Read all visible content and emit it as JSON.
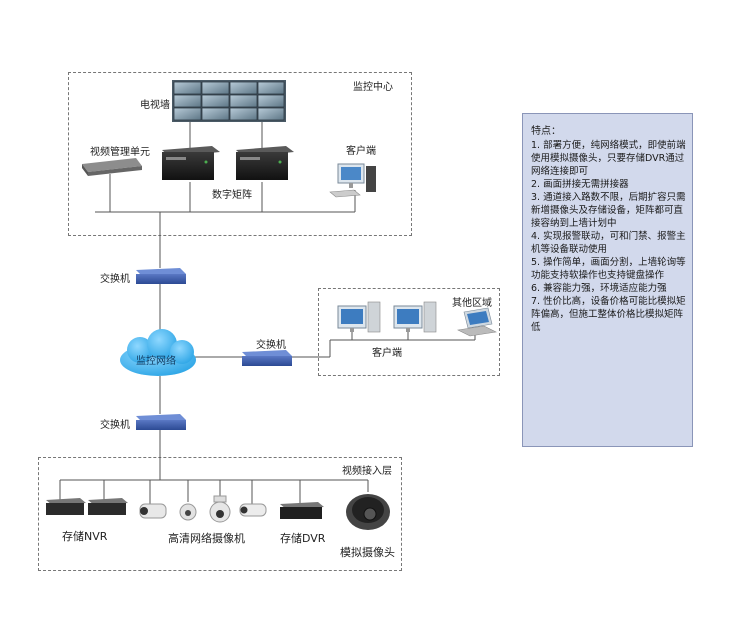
{
  "zones": {
    "monitor_center": "监控中心",
    "other_area": "其他区域",
    "video_access": "视频接入层"
  },
  "labels": {
    "video_wall": "电视墙",
    "video_mgmt": "视频管理单元",
    "digital_matrix": "数字矩阵",
    "client_top": "客户端",
    "switch_1": "交换机",
    "switch_2": "交换机",
    "switch_3": "交换机",
    "cloud": "监控网络",
    "client_mid": "客户端",
    "nvr": "存储NVR",
    "ip_cam": "高清网络摄像机",
    "dvr": "存储DVR",
    "analog_cam": "模拟摄像头"
  },
  "notes": {
    "title": "特点：",
    "items": [
      "1. 部署方便，纯网络模式，即使前端使用模拟摄像头，只要存储DVR通过网络连接即可",
      "2. 画面拼接无需拼接器",
      "3. 通道接入路数不限，后期扩容只需新增摄像头及存储设备，矩阵都可直接容纳到上墙计划中",
      "4. 实现报警联动，可和门禁、报警主机等设备联动使用",
      "5. 操作简单，画面分割，上墙轮询等功能支持软操作也支持键盘操作",
      "6. 兼容能力强，环境适应能力强",
      "7. 性价比高，设备价格可能比模拟矩阵偏高，但施工整体价格比模拟矩阵低"
    ]
  },
  "colors": {
    "notes_bg": "#d2d9ec",
    "cloud": "#33aee8",
    "switch": "#3a5aa8"
  }
}
